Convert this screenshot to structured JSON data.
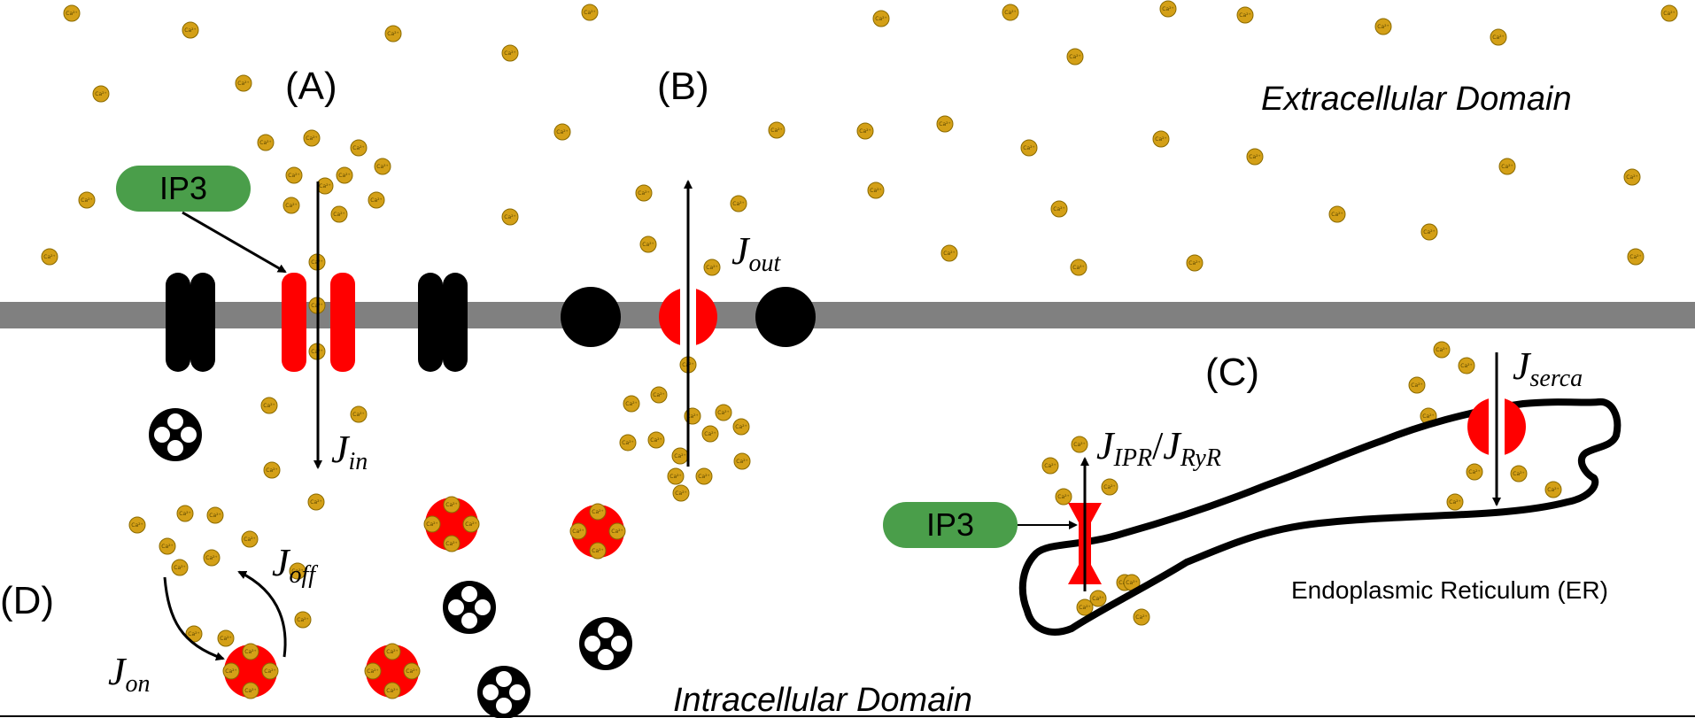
{
  "labels": {
    "panel_a": "(A)",
    "panel_b": "(B)",
    "panel_c": "(C)",
    "panel_d": "(D)",
    "extracellular": "Extracellular Domain",
    "intracellular": "Intracellular Domain",
    "er": "Endoplasmic Reticulum (ER)"
  },
  "ip3": {
    "a": "IP3",
    "c": "IP3"
  },
  "fluxes": {
    "j_in": {
      "main": "J",
      "sub": "in"
    },
    "j_out": {
      "main": "J",
      "sub": "out"
    },
    "j_serca": {
      "main": "J",
      "sub": "serca"
    },
    "j_ipr": {
      "main": "J",
      "sub": "IPR"
    },
    "slash": "/",
    "j_ryr": {
      "main": "J",
      "sub": "RyR"
    },
    "j_on": {
      "main": "J",
      "sub": "on"
    },
    "j_off": {
      "main": "J",
      "sub": "off"
    }
  },
  "ion_symbol": "Ca²⁺",
  "colors": {
    "membrane": "#808080",
    "channel_active": "#ff0000",
    "channel_inactive": "#000000",
    "ip3_fill": "#4a9e4a",
    "calcium_ion": "#d4a017"
  }
}
